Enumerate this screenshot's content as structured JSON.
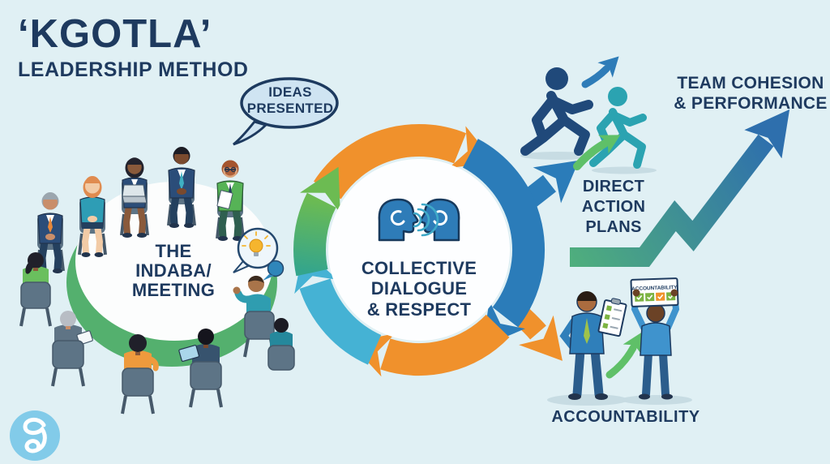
{
  "title": {
    "line1": "‘KGOTLA’",
    "line2": "LEADERSHIP METHOD"
  },
  "speech_bubble": {
    "line1": "IDEAS",
    "line2": "PRESENTED"
  },
  "indaba": {
    "line1": "THE",
    "line2": "INDABA/",
    "line3": "MEETING"
  },
  "dialogue": {
    "line1": "COLLECTIVE",
    "line2": "DIALOGUE",
    "line3": "& RESPECT"
  },
  "direct_action": {
    "line1": "DIRECT",
    "line2": "ACTION",
    "line3": "PLANS"
  },
  "team_cohesion": {
    "line1": "TEAM COHESION",
    "line2": "& PERFORMANCE"
  },
  "accountability": {
    "label": "ACCOUNTABILITY",
    "sign_text": "ACCOUNTABILITY"
  },
  "colors": {
    "background": "#e0f0f4",
    "text_navy": "#1e3a5f",
    "cycle_orange": "#f0912c",
    "cycle_blue": "#2b7cb9",
    "cycle_light_blue": "#45b2d4",
    "cycle_green": "#6cbb52",
    "cycle_teal": "#34a58c",
    "runner_navy": "#20497a",
    "runner_teal": "#2ba3b1",
    "arrow_green": "#5fc068",
    "growth_green": "#4fae7d",
    "growth_blue": "#2e6fad",
    "bubble_fill": "#cfe4f2",
    "logo_blue": "#82cbe9"
  },
  "icons": {
    "dialogue_heads": "two-profile-heads-listening",
    "idea_bulb": "lightbulb",
    "logo": "script-monogram",
    "sign_checks": "checklist-squares"
  }
}
